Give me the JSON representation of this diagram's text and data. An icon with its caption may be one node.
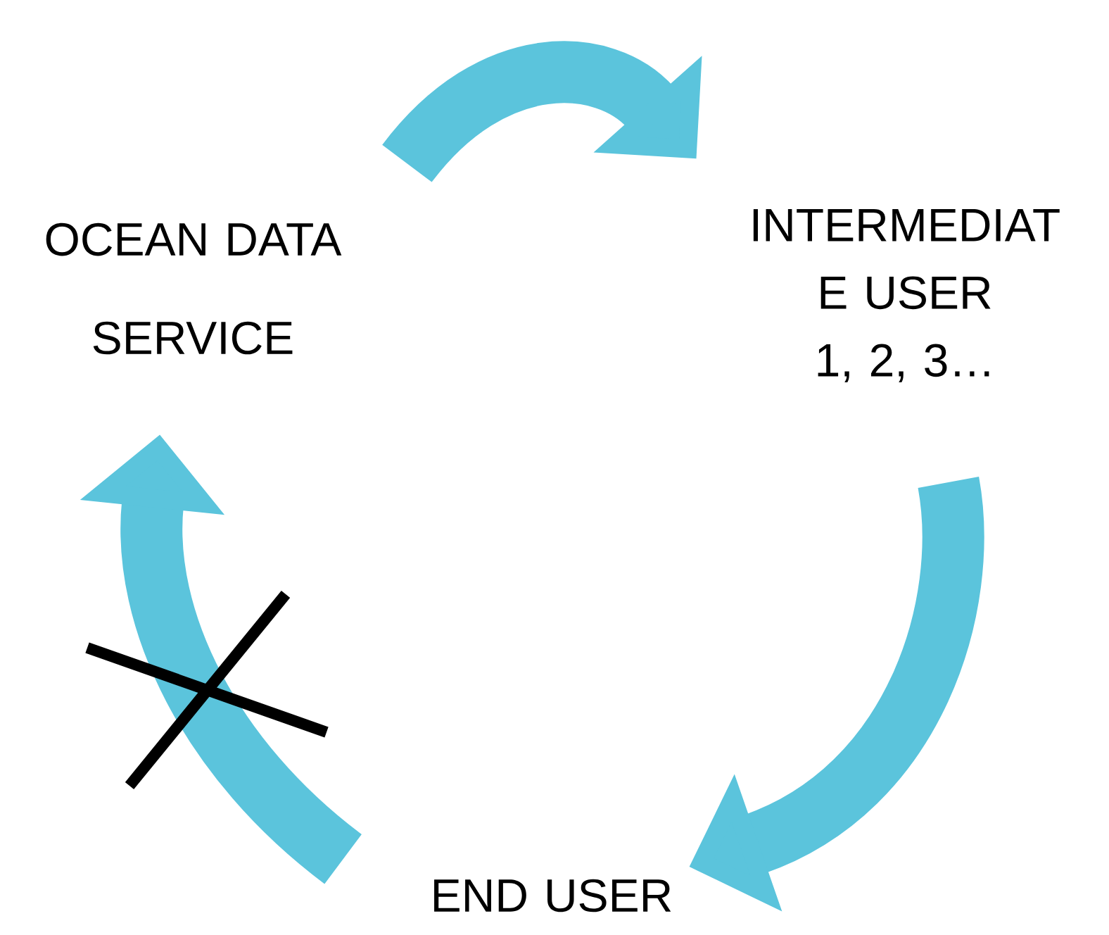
{
  "diagram": {
    "nodes": [
      {
        "text": [
          "OCEAN DATA SERVICE"
        ]
      },
      {
        "text": [
          "INTERMEDIAT E USER 1, 2, 3…"
        ]
      },
      {
        "text": [
          "END USER"
        ]
      }
    ],
    "edges": [
      {
        "from": 0,
        "to": 1,
        "arrow": "to"
      },
      {
        "from": 1,
        "to": 2,
        "arrow": "to"
      },
      {
        "from": 2,
        "to": 0,
        "arrow": "to"
      }
    ]
  }
}
